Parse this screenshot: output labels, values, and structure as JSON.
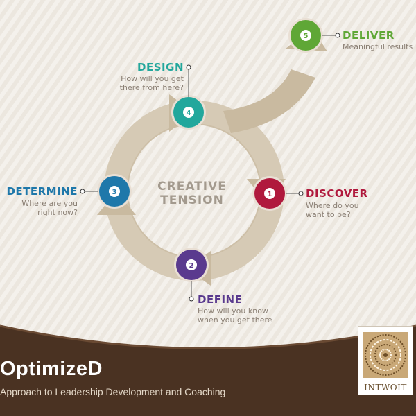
{
  "center": {
    "line1": "CREATIVE",
    "line2": "TENSION"
  },
  "steps": [
    {
      "number": "1",
      "title": "DISCOVER",
      "line1": "Where do you",
      "line2": "want to be?",
      "color": "#b0193d"
    },
    {
      "number": "2",
      "title": "DEFINE",
      "line1": "How will you know",
      "line2": "when you get there",
      "color": "#5a3a8e"
    },
    {
      "number": "3",
      "title": "DETERMINE",
      "line1": "Where are you",
      "line2": "right now?",
      "color": "#1f78aa"
    },
    {
      "number": "4",
      "title": "DESIGN",
      "line1": "How will you get",
      "line2": "there from here?",
      "color": "#22a79c"
    },
    {
      "number": "5",
      "title": "DELIVER",
      "line1": "Meaningful results",
      "color": "#5fa736"
    }
  ],
  "brand": {
    "title": "OptimizeD",
    "subtitle": "Approach to Leadership Development and Coaching",
    "logo_text": "INTWOIT"
  }
}
